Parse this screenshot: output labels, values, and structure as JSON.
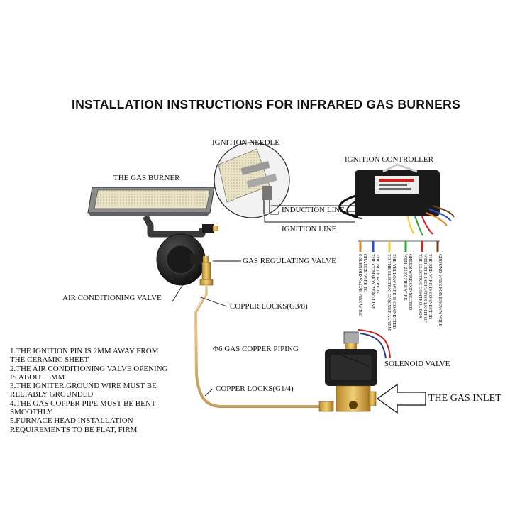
{
  "title": "INSTALLATION INSTRUCTIONS FOR INFRARED GAS BURNERS",
  "labels": {
    "ignition_needle": "IGNITION NEEDLE",
    "ignition_controller": "IGNITION CONTROLLER",
    "gas_burner": "THE GAS BURNER",
    "induction_line": "INDUCTION LINE",
    "ignition_line": "IGNITION LINE",
    "gas_regulating_valve": "GAS REGULATING VALVE",
    "air_conditioning_valve": "AIR CONDITIONING VALVE",
    "copper_locks_g38": "COPPER LOCKS(G3/8)",
    "gas_copper_piping": "Φ6 GAS COPPER PIPING",
    "solenoid_valve": "SOLENOID VALVE",
    "copper_locks_g14": "COPPER LOCKS(G1/4)",
    "gas_inlet": "THE GAS INLET"
  },
  "wires": [
    {
      "color": "#e8821e",
      "lines": [
        "ORANGE WIRE TO",
        "SOLENOID VALVE FIRE WIRE"
      ]
    },
    {
      "color": "#2a4fc4",
      "lines": [
        "THE BLUE WIRE IS",
        "THE COMMON ZERO LINE"
      ]
    },
    {
      "color": "#f2d21a",
      "lines": [
        "THE YELLOW WIRE IS CONNECTED",
        "TO THE ELECTRIC CABINET ALARM"
      ]
    },
    {
      "color": "#2aa83a",
      "lines": [
        "GREEN WIRE CONNECTED",
        "WITH 220V FIRE WIRE"
      ]
    },
    {
      "color": "#d42020",
      "lines": [
        "THE RED WIRE IS CONNECTED",
        "WITH THE INDICATOR LIGHT OF",
        "THE ELECTRIC CONTROL BOX"
      ]
    },
    {
      "color": "#6b3a1a",
      "lines": [
        "GROUND WIRE FOR BROWN WIRE"
      ]
    }
  ],
  "notes": [
    "1.THE IGNITION PIN IS 2MM AWAY FROM",
    "THE CERAMIC SHEET",
    "2.THE AIR CONDITIONING VALVE OPENING",
    "IS ABOUT 5MM",
    "3.THE IGNITER GROUND WIRE MUST BE",
    "RELIABLY GROUNDED",
    "4.THE GAS COPPER PIPE MUST BE BENT",
    "SMOOTHLY",
    "5.FURNACE HEAD INSTALLATION",
    "REQUIREMENTS  TO BE FLAT, FIRM"
  ]
}
